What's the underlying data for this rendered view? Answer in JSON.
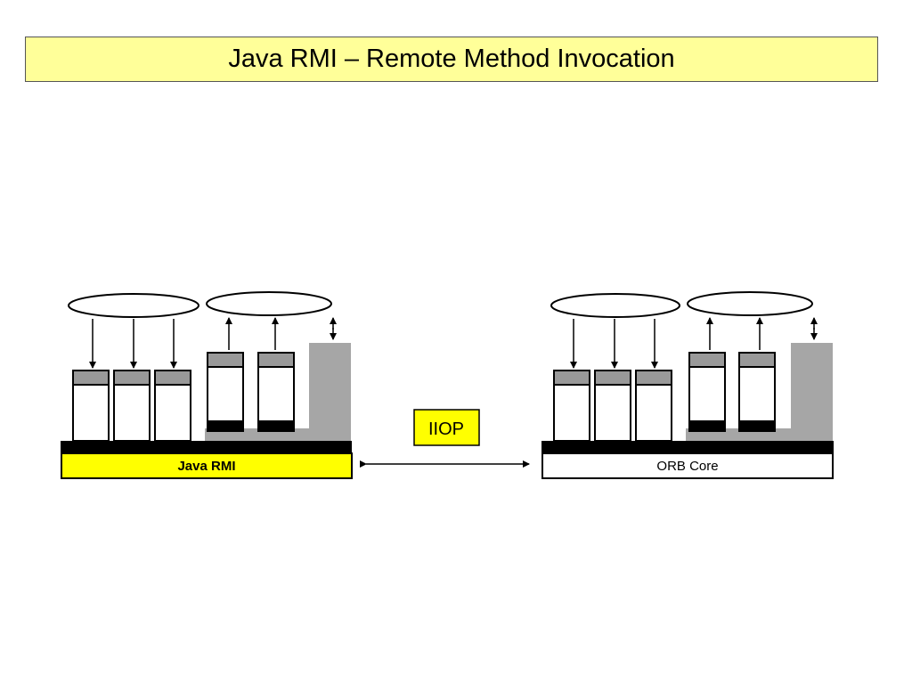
{
  "slide": {
    "title": "Java RMI – Remote Method Invocation"
  },
  "diagram": {
    "left_stack": {
      "base_label": "Java RMI",
      "base_fill": "#ffff00"
    },
    "right_stack": {
      "base_label": "ORB Core",
      "base_fill": "#ffffff"
    },
    "protocol": {
      "label": "IIOP",
      "fill": "#ffff00"
    },
    "colors": {
      "component_header": "#999999",
      "component_footer": "#000000",
      "shaded_block": "#a6a6a6",
      "bus_bar": "#000000"
    }
  }
}
